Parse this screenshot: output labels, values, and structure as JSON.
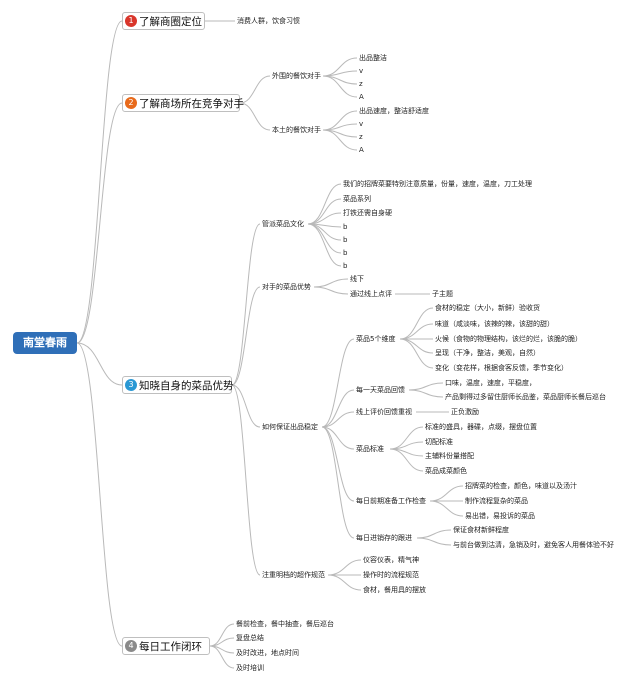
{
  "root": "南堂春雨",
  "branches": [
    {
      "num": "1",
      "color": "#d9362b",
      "label": "了解商圈定位"
    },
    {
      "num": "2",
      "color": "#e86a1b",
      "label": "了解商场所在竞争对手"
    },
    {
      "num": "3",
      "color": "#2a98d4",
      "label": "知晓自身的菜品优势"
    },
    {
      "num": "4",
      "color": "#8a8a8a",
      "label": "每日工作闭环"
    }
  ],
  "b1": {
    "c1": "消费人群，饮食习惯"
  },
  "b2": {
    "g1": "外围的餐饮对手",
    "g1_items": [
      "出品整洁",
      "v",
      "z",
      "A"
    ],
    "g2": "本土的餐饮对手",
    "g2_items": [
      "出品速度，整洁舒适度",
      "v",
      "z",
      "A"
    ]
  },
  "b3": {
    "g1": "管派菜品文化",
    "g1_items": [
      "我们的招牌菜要特别注意质量，份量，速度，温度，刀工处理",
      "菜品系列",
      "打铁还需自身硬",
      "b",
      "b",
      "b",
      "b"
    ],
    "g2": "对手的菜品优势",
    "g2_items": [
      "线下",
      "通过线上点评"
    ],
    "g2_sub": "子主题",
    "g3": "如何保证出品稳定",
    "s1": "菜品5个维度",
    "s1_items": [
      "食材的稳定（大小，新鲜）验收货",
      "味道（咸淡味，该辣的辣，该甜的甜）",
      "火候（食物的物理结构，该烂的烂，该脆的脆）",
      "呈现（干净，整洁，美观，自然）",
      "变化（变花样，根据食客反馈，季节变化）"
    ],
    "s2": "每一天菜品回馈",
    "s2_items": [
      "口味，温度，速度，平稳度，",
      "产品剩得过多留住厨师长品鉴，菜品厨师长餐后巡台"
    ],
    "s3": "线上评价回馈重视",
    "s3_item": "正负激励",
    "s4": "菜品标准",
    "s4_items": [
      "标准的盛具，器碟，点缀，摆盘位置",
      "切配标准",
      "主辅料份量搭配",
      "菜品成菜颜色"
    ],
    "s5": "每日前期准备工作检查",
    "s5_items": [
      "招牌菜的检查，颜色，味道以及汤汁",
      "制作流程复杂的菜品",
      "易出错，易投诉的菜品"
    ],
    "s6": "每日进销存的跟进",
    "s6_items": [
      "保证食材新鲜程度",
      "与前台做到沽清，急销及时，避免客人用餐体验不好"
    ],
    "g4": "注重明档的超作规范",
    "g4_items": [
      "仪容仪表，精气神",
      "操作时的流程规范",
      "食材，餐用具的摆放"
    ]
  },
  "b4": {
    "items": [
      "餐前检查，餐中抽查，餐后巡台",
      "复盘总结",
      "及时改进，地点时间",
      "及时培训"
    ]
  }
}
